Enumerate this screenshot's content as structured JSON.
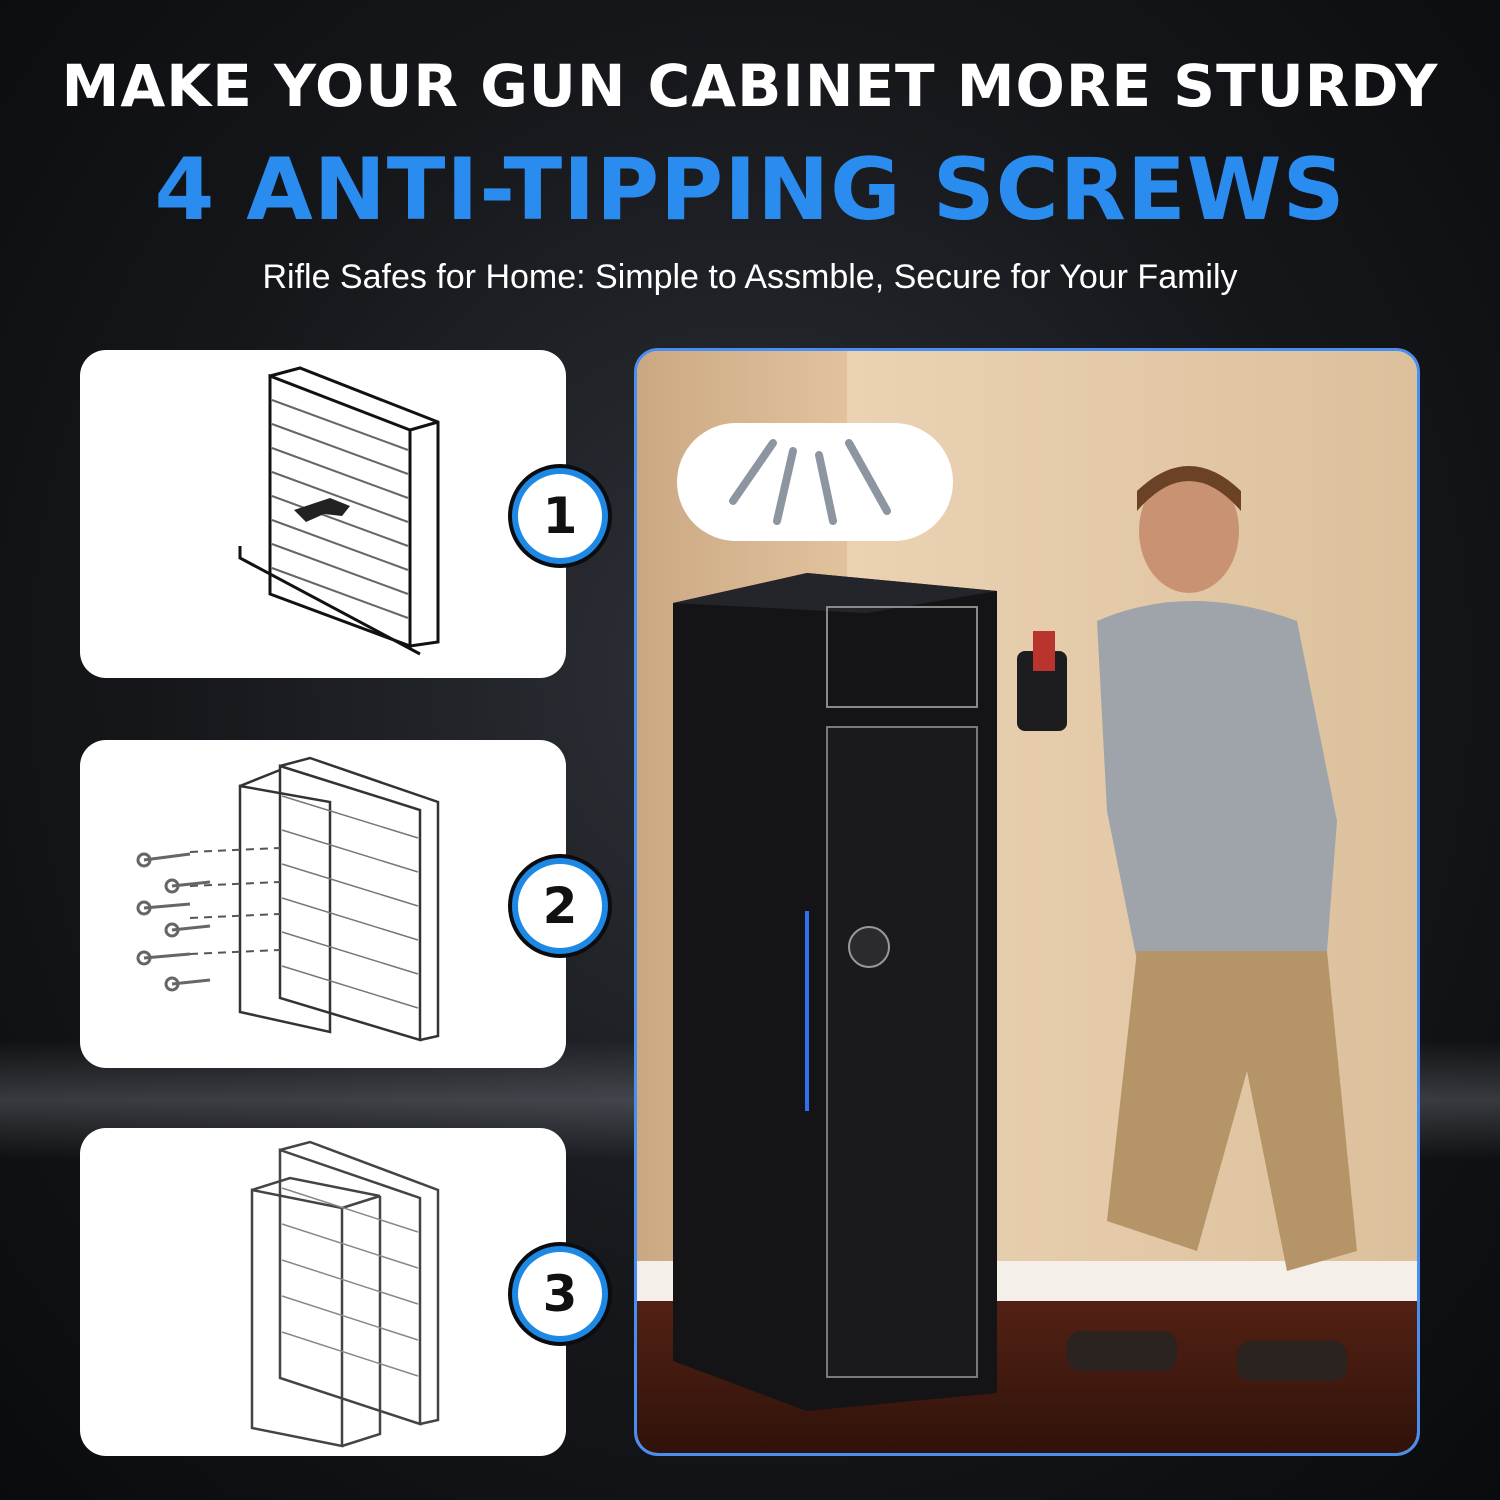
{
  "headline": "MAKE YOUR GUN CABINET MORE STURDY",
  "subhead": "4 ANTI-TIPPING SCREWS",
  "tagline": "Rifle Safes for Home: Simple to Assmble, Secure for Your Family",
  "steps": [
    {
      "number": "1"
    },
    {
      "number": "2"
    },
    {
      "number": "3"
    }
  ],
  "colors": {
    "accent_blue": "#2b8cf0",
    "badge_border": "#1e88e5",
    "background": "#15171b"
  }
}
